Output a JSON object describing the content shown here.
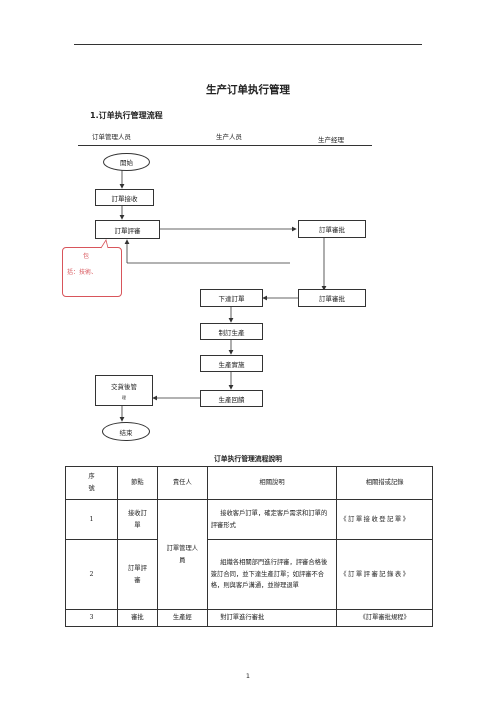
{
  "document": {
    "title": "生产订单执行管理",
    "section_heading": "1.订单执行管理流程",
    "page_number": "1"
  },
  "flowchart": {
    "lanes": [
      "订单管理人员",
      "生产人员",
      "生产经理"
    ],
    "nodes": {
      "start": "開始",
      "receive": "訂單接收",
      "review": "訂單評審",
      "approve1": "訂單審批",
      "approve2": "訂單審批",
      "issue": "下達訂單",
      "plan": "制訂生產",
      "execute": "生產實施",
      "feedback": "生產回饋",
      "delivery_line1": "交貨後管",
      "delivery_line2": "理",
      "end": "结束"
    },
    "callout": {
      "line1": "包",
      "line2": "括：技術、"
    }
  },
  "table": {
    "title": "订单执行管理流程說明",
    "headers": [
      "序號",
      "節點",
      "責任人",
      "相關說明",
      "相關措或記錄"
    ],
    "rows": [
      {
        "no": "1",
        "node": "接收訂單",
        "desc": "接收客戶訂單，確定客戶需求和訂單的評審形式",
        "record": "《訂單接收登記單》"
      },
      {
        "no": "2",
        "node": "訂單評審",
        "desc": "組織各相關部門進行評審，評審合格後簽訂合同，並下達生產訂單；如評審不合格，則與客戶溝通，並辦理退單",
        "record": "《訂單評審記錄表》"
      },
      {
        "no": "3",
        "node": "審批",
        "owner": "生產經",
        "desc": "對訂單進行審批",
        "record": "《訂單審批規程》"
      }
    ],
    "shared_owner": "訂單管理人員"
  }
}
